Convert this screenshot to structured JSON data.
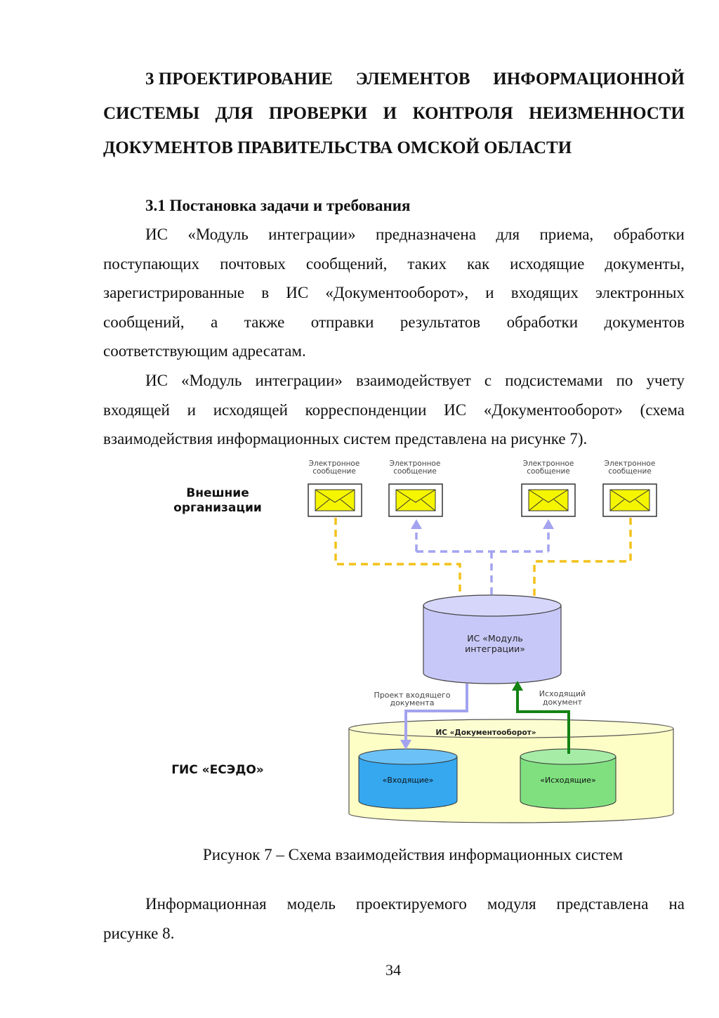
{
  "heading": {
    "line1": [
      "3 ПРОЕКТИРОВАНИЕ",
      "ЭЛЕМЕНТОВ",
      "ИНФОРМАЦИОННОЙ"
    ],
    "line2": [
      "СИСТЕМЫ",
      "ДЛЯ",
      "ПРОВЕРКИ",
      "И",
      "КОНТРОЛЯ",
      "НЕИЗМЕННОСТИ"
    ],
    "line3": "ДОКУМЕНТОВ ПРАВИТЕЛЬСТВА ОМСКОЙ ОБЛАСТИ"
  },
  "subheading": "3.1 Постановка задачи и требования",
  "paragraph1": {
    "lines": [
      [
        "ИС",
        "«Модуль",
        "интеграции»",
        "предназначена",
        "для",
        "приема,",
        "обработки"
      ],
      [
        "поступающих",
        "почтовых",
        "сообщений,",
        "таких",
        "как",
        "исходящие",
        "документы,"
      ],
      [
        "зарегистрированные",
        "в",
        "ИС",
        "«Документооборот»,",
        "и",
        "входящих",
        "электронных"
      ],
      [
        "сообщений,",
        "а",
        "также",
        "отправки",
        "результатов",
        "обработки",
        "документов"
      ]
    ],
    "last": "соответствующим адресатам."
  },
  "paragraph2": {
    "lines": [
      [
        "ИС",
        "«Модуль",
        "интеграции»",
        "взаимодействует",
        "с",
        "подсистемами",
        "по",
        "учету"
      ],
      [
        "входящей",
        "и",
        "исходящей",
        "корреспонденции",
        "ИС",
        "«Документооборот»",
        "(схема"
      ]
    ],
    "last": "взаимодействия информационных систем представлена на рисунке 7)."
  },
  "diagram": {
    "external_label_1": "Внешние",
    "external_label_2": "организации",
    "message_label_1": "Электронное",
    "message_label_2": "сообщение",
    "module_label_1": "ИС «Модуль",
    "module_label_2": "интеграции»",
    "incoming_project_1": "Проект входящего",
    "incoming_project_2": "документа",
    "outgoing_doc_1": "Исходящий",
    "outgoing_doc_2": "документ",
    "docflow_label": "ИС «Документооборот»",
    "incoming_db": "«Входящие»",
    "outgoing_db": "«Исходящие»",
    "gis_label": "ГИС «ЕСЭДО»",
    "colors": {
      "envelope": "#f5f500",
      "yellow_arrow": "#f2c21b",
      "lavender_arrow": "#a3a3f0",
      "module": "#c8c8f8",
      "docflow": "#fdfdc6",
      "incoming": "#35a8f0",
      "outgoing": "#80e080",
      "green_arrow": "#148214"
    }
  },
  "caption": "Рисунок 7 – Схема взаимодействия информационных систем",
  "paragraph3": {
    "lines": [
      [
        "Информационная",
        "модель",
        "проектируемого",
        "модуля",
        "представлена",
        "на"
      ]
    ],
    "last": "рисунке 8."
  },
  "page_number": "34"
}
